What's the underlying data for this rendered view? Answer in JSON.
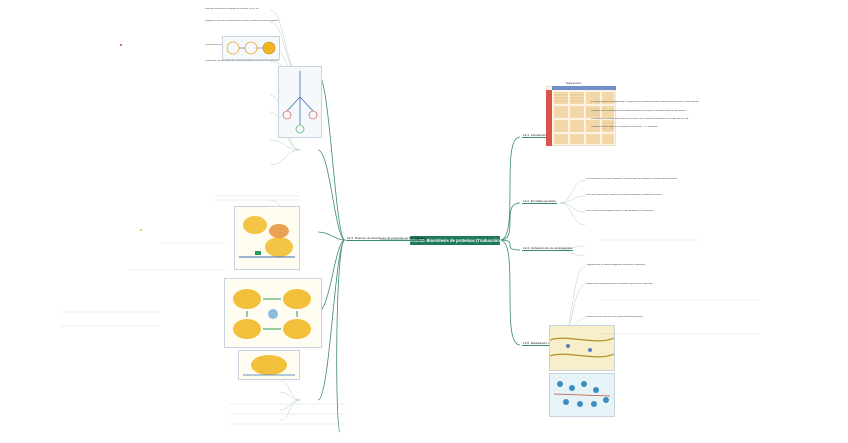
{
  "root": {
    "label": "Tema 12. Biosíntesis de proteínas (Traducción)."
  },
  "branches": [
    {
      "label": "12.1. Introducción"
    },
    {
      "label": "12.2. El código genético"
    },
    {
      "label": "12.3. Activación de los aminoácidos"
    },
    {
      "label": "12.4. Proceso de biosíntesis de proteínas en Procariotas"
    },
    {
      "label": "12.5. Maduración de las proteínas"
    }
  ],
  "table": {
    "title": "Segunda letra"
  },
  "leaves": {
    "intro": [
      "El código genético está degenerado: la mayoría de los aminoácidos están codificados por más de un codón diferente.",
      "Se define como la secuencia de nucleótidos del ARNm que especifica los aminoácidos de una proteína.",
      "Los codones de iniciación de la traducción son AUG, y los codones de terminación son UAA, UAG y UGA.",
      "La traducción tiene lugar en los ribosomas en dirección 5'→3' del ARNm."
    ],
    "activacion": [
      "Los aminoácidos se activan uniéndose a su ARNt específico mediante la aminoacil-ARNt sintetasa.",
      "Reacción en dos etapas: formación de aminoacil-adenilato y transferencia al ARNt.",
      "El ARNt actúa como adaptador entre el codón del ARNm y el aminoácido."
    ],
    "procariotas": [
      "Iniciación: formación del complejo de iniciación 30S y 70S.",
      "Elongación: unión del aminoacil-ARNt al sitio A y formación del enlace peptídico.",
      "Translocación: desplazamiento del ribosoma un codón hacia 3'.",
      "Terminación: reconocimiento del codón de parada por los factores de liberación."
    ],
    "maduracion": [
      "Plegamiento de la cadena polipeptídica asistido por chaperonas.",
      "Modificaciones postraduccionales: fosforilación, glicosilación, acetilación.",
      "Eliminación de secuencias señal y procesamiento proteolítico.",
      "Transporte a su destino celular."
    ]
  },
  "colors": {
    "root": "#1f7a5a",
    "line": "#3b8a6a",
    "accent_red": "#d23b2e",
    "accent_yellow": "#f1b51c"
  }
}
